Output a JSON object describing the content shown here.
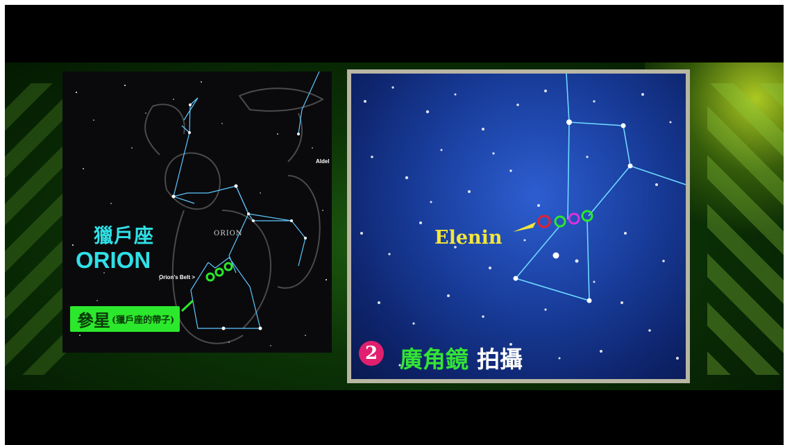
{
  "left_panel": {
    "title_cn": "獵戶座",
    "title_en": "ORION",
    "constellation_label": "ORION",
    "belt_label": "Orion's Belt >",
    "aldebaran_label": "Aldel",
    "belt_caption_main": "參星",
    "belt_caption_sub": "(獵戶座的帶子)"
  },
  "right_panel": {
    "comet_label": "Elenin",
    "badge_number": "2",
    "caption_green": "廣角鏡",
    "caption_white": "拍攝"
  },
  "colors": {
    "cyan_title": "#2fe0e6",
    "green_caption": "#2ce82c",
    "elenin_yellow": "#f5e63a",
    "badge_pink": "#e0206e",
    "constellation_line": "#5fc8ff"
  }
}
